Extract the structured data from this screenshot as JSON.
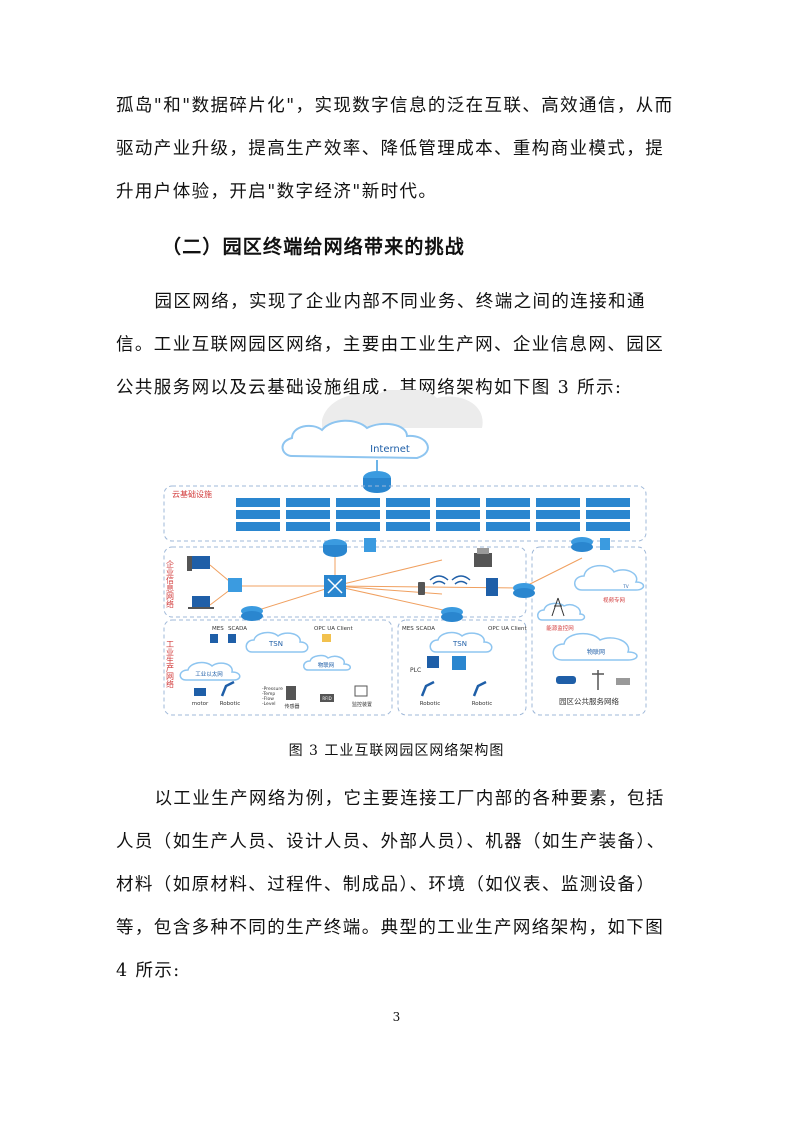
{
  "paragraph_intro": "孤岛\"和\"数据碎片化\"，实现数字信息的泛在互联、高效通信，从而驱动产业升级，提高生产效率、降低管理成本、重构商业模式，提升用户体验，开启\"数字经济\"新时代。",
  "section_heading": "（二）园区终端给网络带来的挑战",
  "paragraph_park_network": "园区网络，实现了企业内部不同业务、终端之间的连接和通信。工业互联网园区网络，主要由工业生产网、企业信息网、园区公共服务网以及云基础设施组成，其网络架构如下图 3 所示:",
  "figure": {
    "internet": "Internet",
    "cloud_infra": "云基础设施",
    "enterprise_net": "企业信息网络",
    "production_net": "工业生产网络",
    "public_service": "园区公共服务网络",
    "tsn": "TSN",
    "mes": "MES",
    "scada": "SCADA",
    "opc": "OPC UA Client",
    "industrial_eth": "工业以太网",
    "iot": "物联网",
    "motor": "motor",
    "robotic": "Robotic",
    "sensor_params": "-Pressure\n-Temp\n-Flow\n-Level",
    "sensor": "传感器",
    "rfid": "RFID",
    "monitor": "监控装置",
    "plc": "PLC",
    "video_net": "视频专网",
    "energy_net": "能源监控网",
    "tv": "TV"
  },
  "figure_caption": "图 3  工业互联网园区网络架构图",
  "paragraph_production": "以工业生产网络为例，它主要连接工厂内部的各种要素，包括人员（如生产人员、设计人员、外部人员）、机器（如生产装备）、材料（如原材料、过程件、制成品）、环境（如仪表、监测设备）等，包含多种不同的生产终端。典型的工业生产网络架构，如下图 4 所示:",
  "page_number": "3"
}
